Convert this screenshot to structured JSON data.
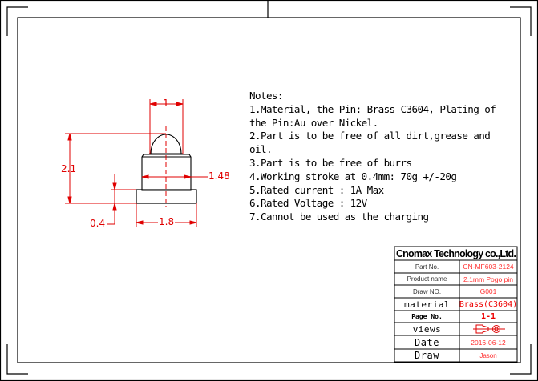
{
  "drawing": {
    "type": "engineering drawing",
    "subject": "2.1mm Pogo pin",
    "dimensions": {
      "tip_width": "1",
      "total_height": "2.1",
      "body_width": "1.48",
      "flange_height": "0.4",
      "flange_width": "1.8"
    },
    "colors": {
      "outline": "#000000",
      "dimension": "#e00000",
      "title_values": "#ff3030"
    }
  },
  "notes": {
    "heading": "Notes:",
    "lines": [
      "1.Material, the Pin: Brass-C3604, Plating of",
      "the Pin:Au over Nickel.",
      "2.Part is to be free of all dirt,grease and",
      "oil.",
      "3.Part is to be free of burrs",
      "4.Working stroke at 0.4mm: 70g +/-20g",
      "5.Rated current : 1A Max",
      "6.Rated Voltage : 12V",
      "7.Cannot be used as the charging"
    ]
  },
  "title_block": {
    "company": "Cnomax Technology co.,Ltd.",
    "rows": [
      {
        "label": "Part No.",
        "value": "CN-MF603-2124"
      },
      {
        "label": "Product name",
        "value": "2.1mm Pogo pin"
      },
      {
        "label": "Draw NO.",
        "value": "G001"
      },
      {
        "label": "material",
        "value": "Brass(C3604)"
      },
      {
        "label": "Page No.",
        "value": "1-1"
      },
      {
        "label": "views",
        "value": "views-symbol-icon"
      },
      {
        "label": "Date",
        "value": "2016-06-12"
      },
      {
        "label": "Draw",
        "value": "Jason"
      }
    ]
  }
}
